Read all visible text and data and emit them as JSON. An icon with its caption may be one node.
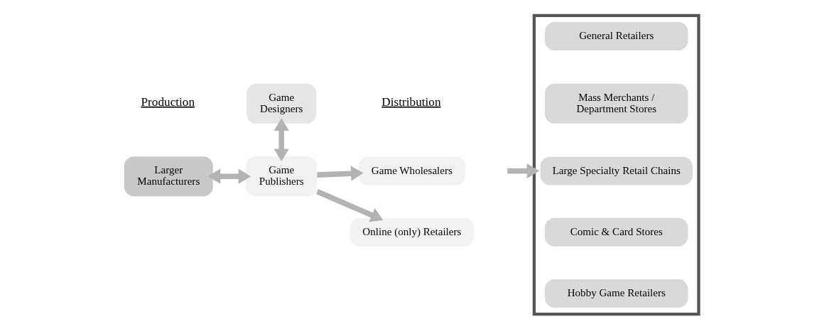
{
  "diagram": {
    "nodes": [
      {
        "text": [
          "Game Designers"
        ]
      },
      {
        "text": [
          "Larger Manufacturers"
        ]
      },
      {
        "text": [
          "Game Publishers"
        ]
      },
      {
        "text": [
          "Game Wholesalers"
        ]
      },
      {
        "text": [
          "Online (only) Retailers"
        ]
      },
      {
        "text": [],
        "shape": "box"
      },
      {
        "text": [
          "General Retailers"
        ],
        "in": 5
      },
      {
        "text": [
          "Mass Merchants / Department Stores"
        ],
        "in": 5
      },
      {
        "text": [
          "Large Specialty Retail Chains"
        ],
        "in": 5
      },
      {
        "text": [
          "Comic & Card Stores"
        ],
        "in": 5
      },
      {
        "text": [
          "Hobby Game Retailers"
        ],
        "in": 5
      }
    ],
    "edges": [
      {
        "from": 0,
        "to": 2,
        "arrow": "both"
      },
      {
        "from": 1,
        "to": 2,
        "arrow": "both"
      },
      {
        "from": 2,
        "to": 3,
        "arrow": "to"
      },
      {
        "from": 2,
        "to": 4,
        "arrow": "to"
      },
      {
        "from": null,
        "to": 5,
        "arrow": "to"
      }
    ],
    "labels": [
      "Production",
      "Distribution"
    ]
  }
}
